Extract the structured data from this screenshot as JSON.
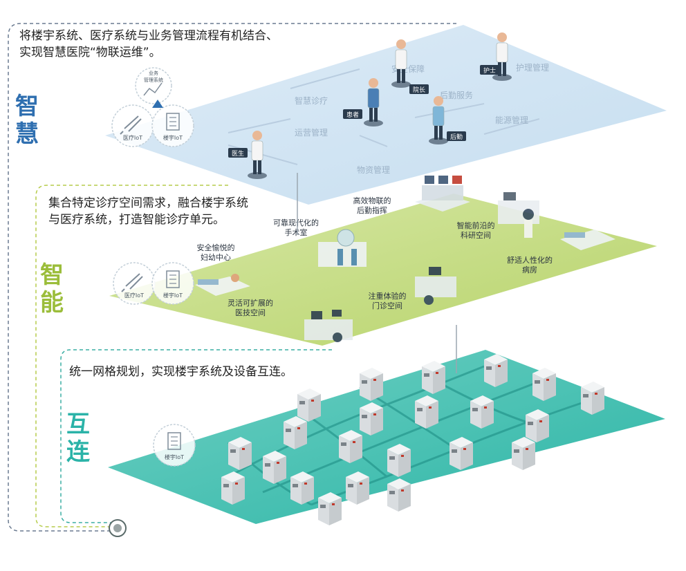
{
  "layers": [
    {
      "id": "smart",
      "caption_lines": [
        "将楼宇系统、医疗系统与业务管理流程有机结合、",
        "实现智慧医院“物联运维”。"
      ],
      "side_label": [
        "智",
        "慧"
      ],
      "color": "#2f6fb0",
      "iot_badges": [
        "医疗IoT",
        "楼宇IoT"
      ],
      "top_badge": [
        "业务",
        "管理系统"
      ],
      "roles": [
        "医生",
        "患者",
        "院长",
        "护士",
        "后勤"
      ],
      "flows": [
        "智慧诊疗",
        "运营管理",
        "安全保障",
        "护理管理",
        "后勤服务",
        "能源管理",
        "物资管理"
      ]
    },
    {
      "id": "intelligent",
      "caption_lines": [
        "集合特定诊疗空间需求，融合楼宇系统",
        "与医疗系统，打造智能诊疗单元。"
      ],
      "side_label": [
        "智",
        "能"
      ],
      "color": "#9bbd3a",
      "iot_badges": [
        "医疗IoT",
        "楼宇IoT"
      ],
      "spaces": [
        [
          "安全愉悦的",
          "妇幼中心"
        ],
        [
          "可靠现代化的",
          "手术室"
        ],
        [
          "高效物联的",
          "后勤指挥"
        ],
        [
          "智能前沿的",
          "科研空间"
        ],
        [
          "灵活可扩展的",
          "医技空间"
        ],
        [
          "注重体验的",
          "门诊空间"
        ],
        [
          "舒适人性化的",
          "病房"
        ]
      ]
    },
    {
      "id": "connected",
      "caption_lines": [
        "统一网格规划，实现楼宇系统及设备互连。"
      ],
      "side_label": [
        "互",
        "连"
      ],
      "color": "#2bb3a8",
      "iot_badges": [
        "楼宇IoT"
      ]
    }
  ]
}
